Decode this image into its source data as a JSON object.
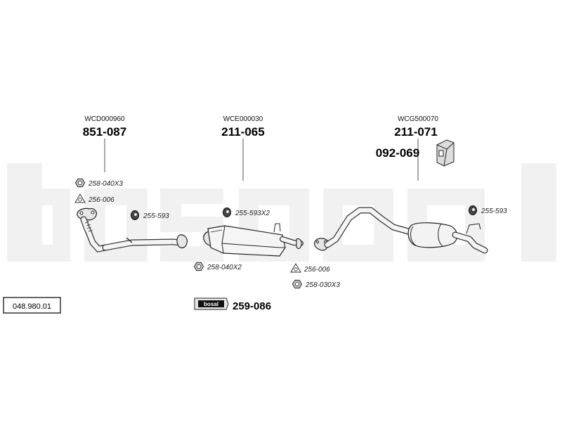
{
  "catalog_number": "048.980.01",
  "watermark_brand": "bosal",
  "assemblies": [
    {
      "oe_code": "WCD000960",
      "part_number": "851-087"
    },
    {
      "oe_code": "WCE000030",
      "part_number": "211-065"
    },
    {
      "oe_code": "WCG500070",
      "part_number": "211-071"
    }
  ],
  "bracket_part": "092-069",
  "fitting_kit": {
    "part_number": "259-086",
    "brand": "bosal"
  },
  "parts": [
    {
      "label": "258-040X3",
      "icon": "nut-icon"
    },
    {
      "label": "256-006",
      "icon": "gasket-icon"
    },
    {
      "label": "255-593",
      "icon": "rubber-mount-icon"
    },
    {
      "label": "255-593X2",
      "icon": "rubber-mount-icon"
    },
    {
      "label": "258-040X2",
      "icon": "nut-icon"
    },
    {
      "label": "256-006",
      "icon": "gasket-icon"
    },
    {
      "label": "258-030X3",
      "icon": "nut-icon"
    },
    {
      "label": "255-593",
      "icon": "rubber-mount-icon"
    }
  ]
}
